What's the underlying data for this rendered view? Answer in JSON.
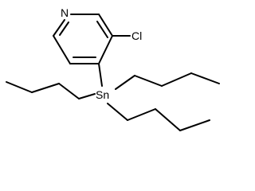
{
  "structure": {
    "atoms": {
      "nitrogen": "N",
      "chlorine": "Cl",
      "tin": "Sn"
    }
  }
}
